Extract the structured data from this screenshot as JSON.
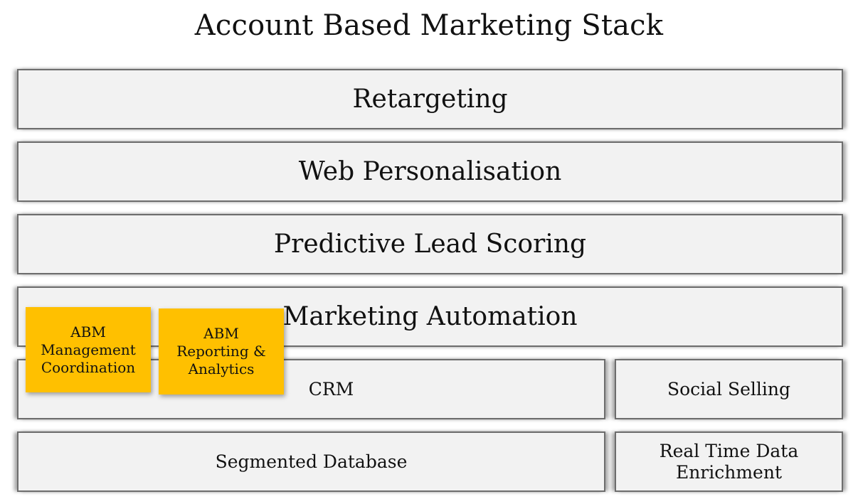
{
  "title": "Account Based Marketing Stack",
  "layers": {
    "retargeting": "Retargeting",
    "web_personalisation": "Web Personalisation",
    "predictive_lead_scoring": "Predictive Lead Scoring",
    "marketing_automation": "Marketing Automation",
    "crm": "CRM",
    "social_selling": "Social Selling",
    "segmented_database": "Segmented Database",
    "real_time_data_enrichment": "Real Time Data\nEnrichment"
  },
  "notes": {
    "abm_management": "ABM\nManagement\nCoordination",
    "abm_reporting": "ABM\nReporting &\nAnalytics"
  },
  "colors": {
    "layer_fill": "#f2f2f2",
    "layer_border": "#6d6d6d",
    "note_fill": "#ffc000"
  }
}
